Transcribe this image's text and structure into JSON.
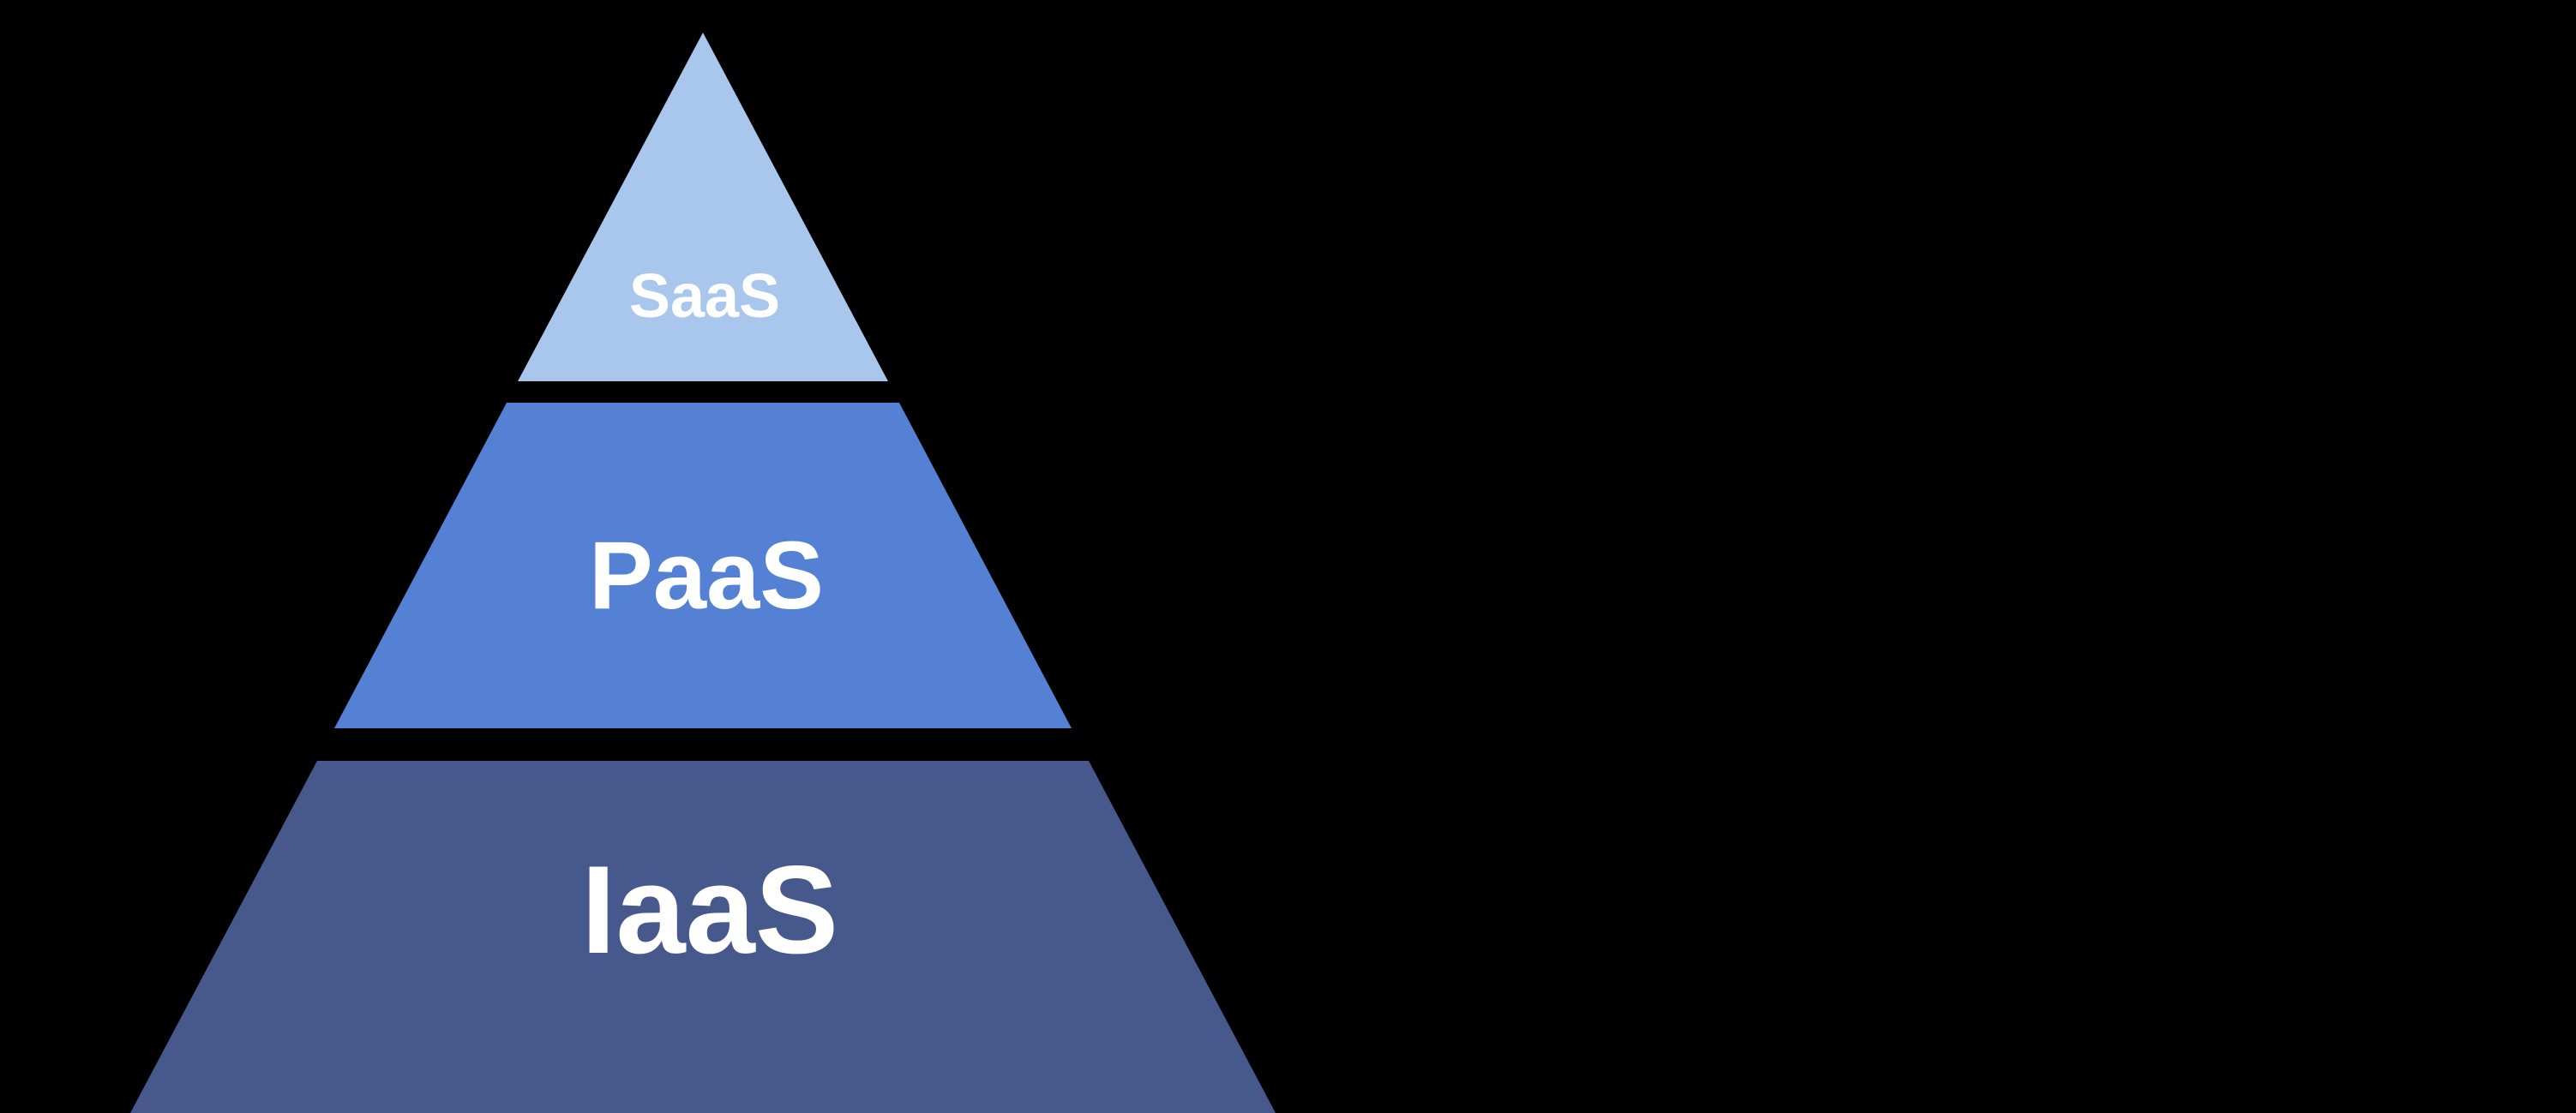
{
  "page": {
    "background_color": "#000000"
  },
  "diagram": {
    "type": "pyramid",
    "description": "Three-tier cloud service model pyramid",
    "text_color": "#FFFFFF",
    "layers": [
      {
        "label": "SaaS",
        "color": "#A9C6ED",
        "position": "top"
      },
      {
        "label": "PaaS",
        "color": "#5581D4",
        "position": "middle"
      },
      {
        "label": "IaaS",
        "color": "#47598C",
        "position": "bottom"
      }
    ]
  }
}
